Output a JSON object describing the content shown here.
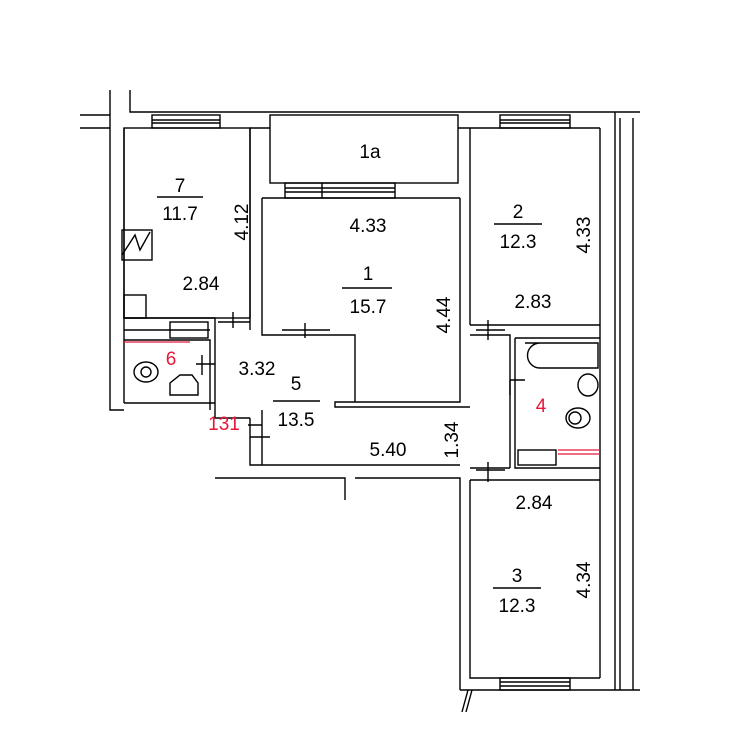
{
  "plan": {
    "accent_color": "#e8173a",
    "rooms": [
      {
        "number": "7",
        "area": "11.7",
        "dims": [
          "4.12",
          "2.84"
        ]
      },
      {
        "number": "1a"
      },
      {
        "number": "1",
        "area": "15.7",
        "dims": [
          "4.33",
          "4.44"
        ]
      },
      {
        "number": "2",
        "area": "12.3",
        "dims": [
          "4.33",
          "2.83"
        ]
      },
      {
        "number": "5",
        "area": "13.5",
        "dims": [
          "3.32",
          "5.40",
          "1.34"
        ]
      },
      {
        "number": "3",
        "area": "12.3",
        "dims": [
          "2.84",
          "4.34"
        ]
      },
      {
        "number": "6"
      },
      {
        "number": "4"
      }
    ],
    "apartment_number": "131"
  }
}
